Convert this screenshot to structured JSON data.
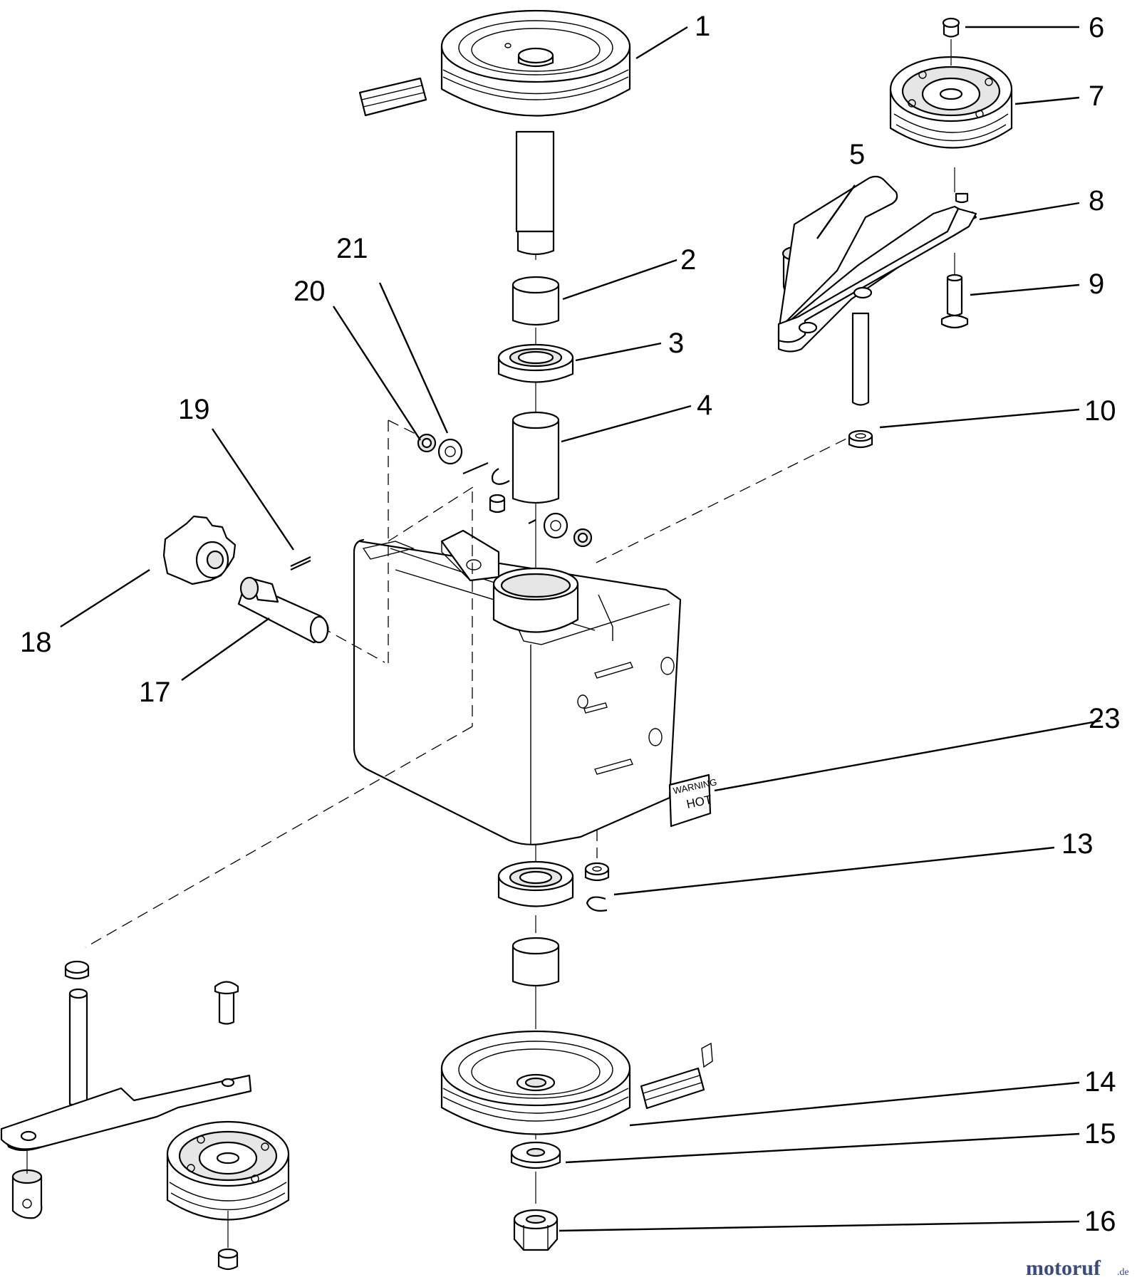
{
  "callouts": [
    {
      "id": "1",
      "label": "1"
    },
    {
      "id": "2",
      "label": "2"
    },
    {
      "id": "3",
      "label": "3"
    },
    {
      "id": "4",
      "label": "4"
    },
    {
      "id": "5",
      "label": "5"
    },
    {
      "id": "6",
      "label": "6"
    },
    {
      "id": "7",
      "label": "7"
    },
    {
      "id": "8",
      "label": "8"
    },
    {
      "id": "9",
      "label": "9"
    },
    {
      "id": "10",
      "label": "10"
    },
    {
      "id": "13",
      "label": "13"
    },
    {
      "id": "14",
      "label": "14"
    },
    {
      "id": "15",
      "label": "15"
    },
    {
      "id": "16",
      "label": "16"
    },
    {
      "id": "17",
      "label": "17"
    },
    {
      "id": "18",
      "label": "18"
    },
    {
      "id": "19",
      "label": "19"
    },
    {
      "id": "20",
      "label": "20"
    },
    {
      "id": "21",
      "label": "21"
    },
    {
      "id": "23",
      "label": "23"
    }
  ],
  "decal": {
    "line1": "WARNING",
    "line2": "HOT"
  },
  "watermark": {
    "brand": "motoruf",
    "suffix": ".de"
  }
}
